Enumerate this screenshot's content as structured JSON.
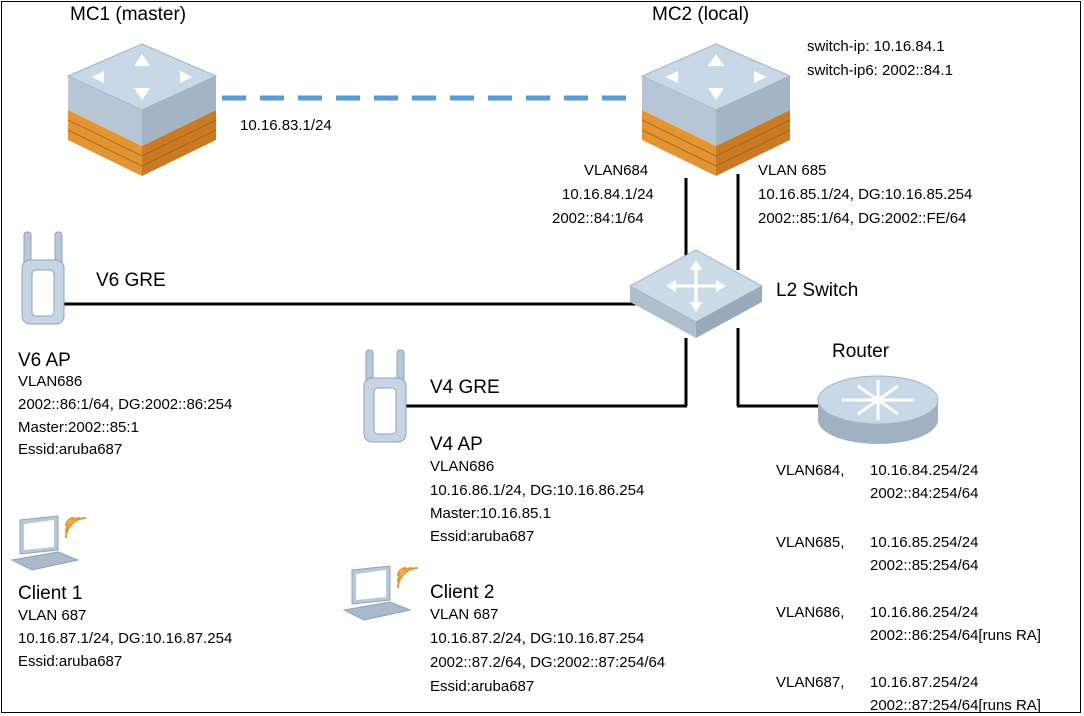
{
  "mc1": {
    "title": "MC1 (master)",
    "link_ip": "10.16.83.1/24"
  },
  "mc2": {
    "title": "MC2 (local)",
    "switch_ip": "switch-ip: 10.16.84.1",
    "switch_ip6": "switch-ip6: 2002::84.1"
  },
  "vlan684": {
    "name": "VLAN684",
    "ipv4": "10.16.84.1/24",
    "ipv6": "2002::84:1/64"
  },
  "vlan685": {
    "name": "VLAN 685",
    "ipv4": "10.16.85.1/24, DG:10.16.85.254",
    "ipv6": "2002::85:1/64, DG:2002::FE/64"
  },
  "switch": {
    "label": "L2 Switch"
  },
  "v6gre": {
    "label": "V6 GRE"
  },
  "v4gre": {
    "label": "V4 GRE"
  },
  "v6ap": {
    "title": "V6 AP",
    "vlan": "VLAN686",
    "addr": "2002::86:1/64, DG:2002::86:254",
    "master": "Master:2002::85:1",
    "essid": "Essid:aruba687"
  },
  "v4ap": {
    "title": "V4 AP",
    "vlan": "VLAN686",
    "addr": "10.16.86.1/24, DG:10.16.86.254",
    "master": "Master:10.16.85.1",
    "essid": "Essid:aruba687"
  },
  "router": {
    "title": "Router",
    "rows": [
      {
        "vlan": "VLAN684,",
        "ipv4": "10.16.84.254/24",
        "ipv6": "2002::84:254/64"
      },
      {
        "vlan": "VLAN685,",
        "ipv4": "10.16.85.254/24",
        "ipv6": "2002::85:254/64"
      },
      {
        "vlan": "VLAN686,",
        "ipv4": "10.16.86.254/24",
        "ipv6": "2002::86:254/64[runs RA]"
      },
      {
        "vlan": "VLAN687,",
        "ipv4": "10.16.87.254/24",
        "ipv6": "2002::87:254/64[runs RA]"
      }
    ]
  },
  "client1": {
    "title": "Client 1",
    "vlan": "VLAN 687",
    "addr": "10.16.87.1/24, DG:10.16.87.254",
    "essid": "Essid:aruba687"
  },
  "client2": {
    "title": "Client 2",
    "vlan": "VLAN 687",
    "addr4": "10.16.87.2/24, DG:10.16.87.254",
    "addr6": "2002::87.2/64, DG:2002::87:254/64",
    "essid": "Essid:aruba687"
  },
  "icons": [
    "controller-firewall-icon",
    "l2-switch-icon",
    "router-icon",
    "access-point-icon",
    "laptop-wifi-icon"
  ],
  "colors": {
    "link_dashed": "#5b9bd5",
    "wire": "#000000",
    "device_top": "#c7d6e4",
    "firewall_brick": "#e6962e"
  }
}
